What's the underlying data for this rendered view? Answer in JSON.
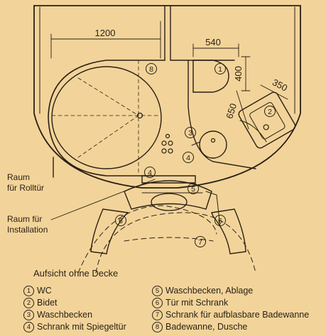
{
  "dimensions": {
    "width_1200": "1200",
    "width_540": "540",
    "height_400": "400",
    "diag_650": "650",
    "diag_350": "350"
  },
  "markers": [
    "1",
    "2",
    "3",
    "4",
    "4",
    "5",
    "6",
    "6",
    "7",
    "8"
  ],
  "labels": {
    "raum_rolltuer_line1": "Raum",
    "raum_rolltuer_line2": "für Rolltür",
    "raum_install_line1": "Raum für",
    "raum_install_line2": "Installation",
    "caption": "Aufsicht ohne Decke"
  },
  "legend": {
    "left": [
      {
        "num": "1",
        "text": "WC"
      },
      {
        "num": "2",
        "text": "Bidet"
      },
      {
        "num": "3",
        "text": "Waschbecken"
      },
      {
        "num": "4",
        "text": "Schrank mit Spiegeltür"
      }
    ],
    "right": [
      {
        "num": "5",
        "text": "Waschbecken, Ablage"
      },
      {
        "num": "6",
        "text": "Tür mit Schrank"
      },
      {
        "num": "7",
        "text": "Schrank für aufblasbare Badewanne"
      },
      {
        "num": "8",
        "text": "Badewanne, Dusche"
      }
    ]
  },
  "colors": {
    "background": "#f2d49a",
    "ink": "#2a1f14"
  }
}
